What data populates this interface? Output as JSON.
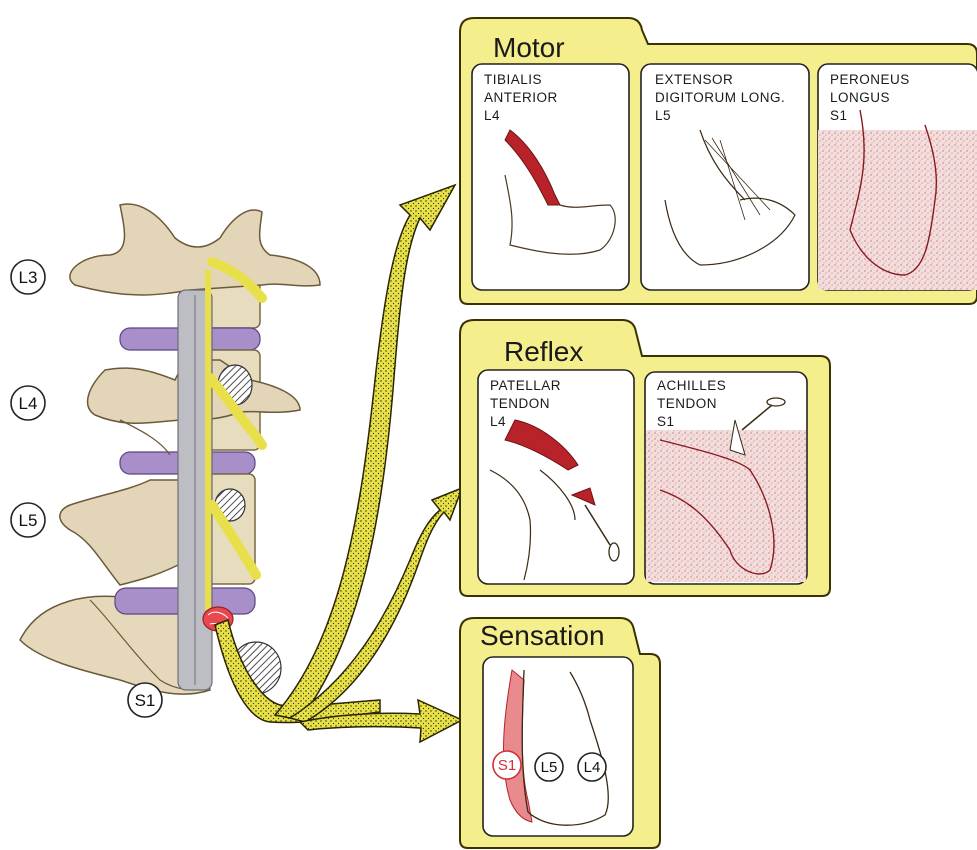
{
  "spine_levels": [
    "L3",
    "L4",
    "L5",
    "S1"
  ],
  "motor": {
    "title": "Motor",
    "cards": [
      {
        "line1": "TIBIALIS",
        "line2": "ANTERIOR",
        "line3": "L4"
      },
      {
        "line1": "EXTENSOR",
        "line2": "DIGITORUM LONG.",
        "line3": "L5"
      },
      {
        "line1": "PERONEUS",
        "line2": "LONGUS",
        "line3": "S1"
      }
    ]
  },
  "reflex": {
    "title": "Reflex",
    "cards": [
      {
        "line1": "PATELLAR",
        "line2": "TENDON",
        "line3": "L4"
      },
      {
        "line1": "ACHILLES",
        "line2": "TENDON",
        "line3": "S1"
      }
    ]
  },
  "sensation": {
    "title": "Sensation",
    "labels": [
      "S1",
      "L5",
      "L4"
    ]
  },
  "colors": {
    "folder": "#f4ee8c",
    "folder_border": "#3a3200",
    "nerve": "#e8e04a",
    "disc": "#a98fc9",
    "bone": "#e3d6b8",
    "muscle": "#b8232a",
    "herniation": "#e8484e"
  }
}
